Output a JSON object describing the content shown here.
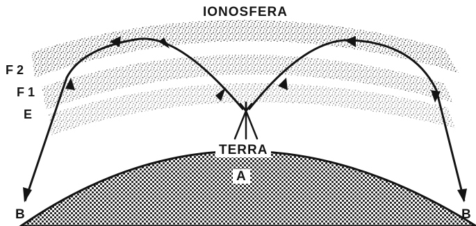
{
  "labels": {
    "ionosphere": "IONOSFERA",
    "layer_f2": "F 2",
    "layer_f1": "F 1",
    "layer_e": "E",
    "earth": "TERRA",
    "transmitter": "A",
    "receiver_left": "B",
    "receiver_right": "B"
  },
  "colors": {
    "ink": "#141414",
    "background": "#ffffff",
    "earth_dots": "#1a1a1a",
    "ionosphere_speckle": "#2b2b2b"
  }
}
